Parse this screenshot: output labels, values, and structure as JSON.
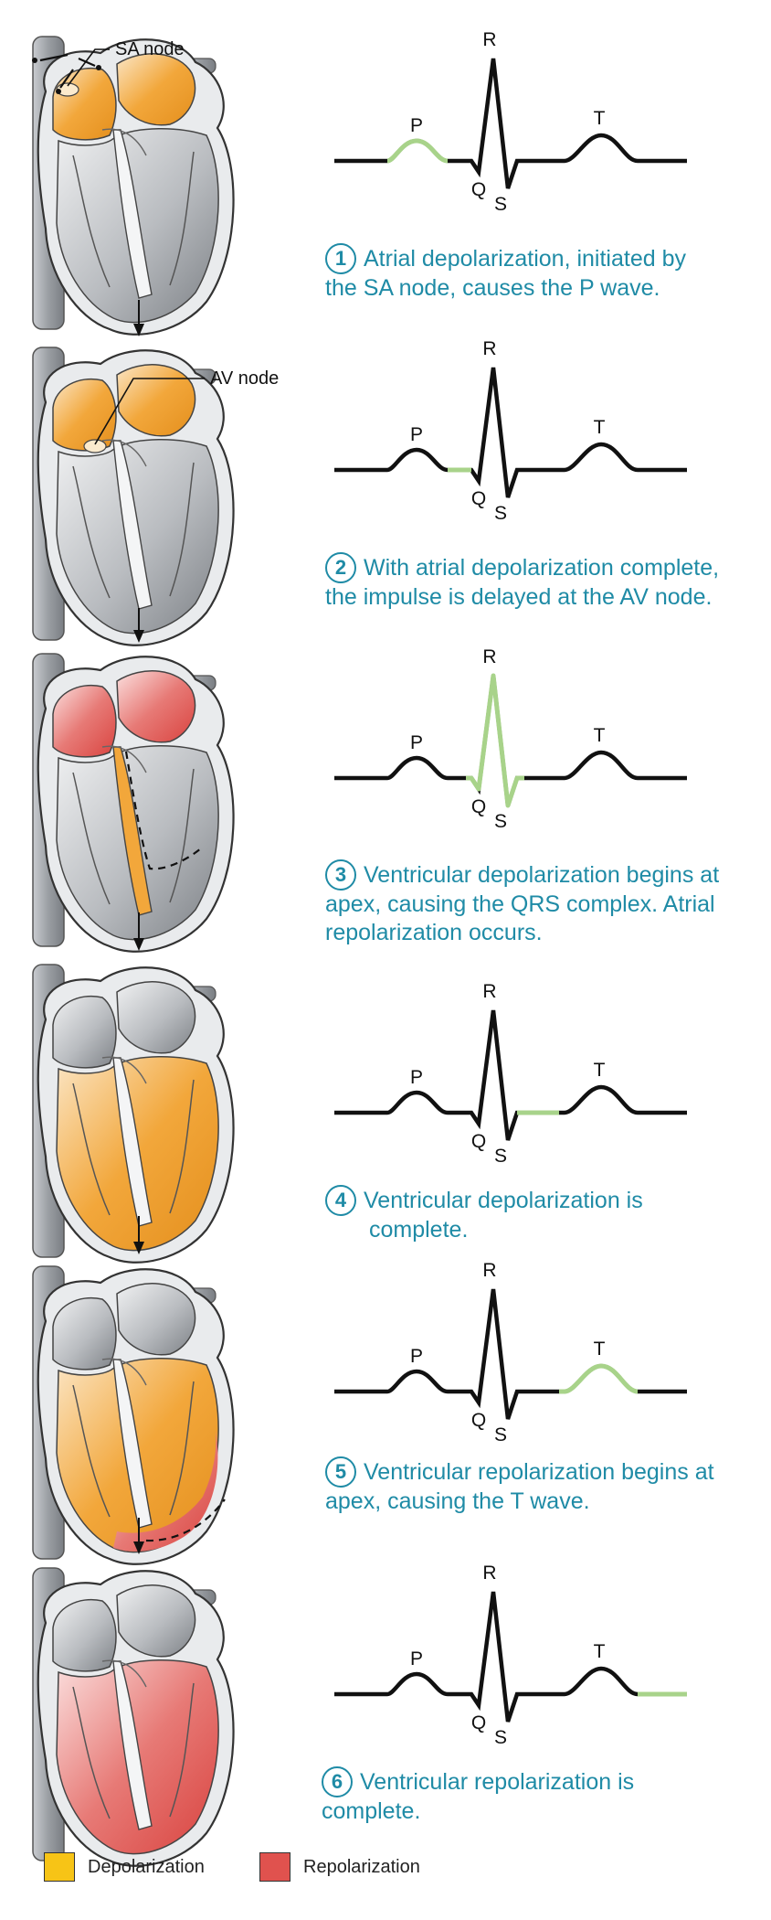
{
  "colors": {
    "depolarization": "#f2a73b",
    "repolarization": "#e0524e",
    "highlight": "#a8d38a",
    "trace": "#111111",
    "caption": "#1f8ba6",
    "heart_gray": "#a9adb1",
    "heart_light": "#e3e5e7"
  },
  "callouts": {
    "sa_node": "SA node",
    "av_node": "AV node"
  },
  "wave_labels": {
    "p": "P",
    "q": "Q",
    "r": "R",
    "s": "S",
    "t": "T"
  },
  "steps": [
    {
      "number": "1",
      "line1": "Atrial depolarization, initiated by",
      "line2": "the SA node, causes the P wave.",
      "highlight": "p"
    },
    {
      "number": "2",
      "line1": "With atrial depolarization complete,",
      "line2": "the impulse is delayed at the AV node.",
      "highlight": "pq"
    },
    {
      "number": "3",
      "line1": "Ventricular depolarization begins at",
      "line2": "apex, causing the QRS complex. Atrial",
      "line3": "repolarization occurs.",
      "highlight": "qrs"
    },
    {
      "number": "4",
      "line1": "Ventricular depolarization is",
      "line2": "complete.",
      "highlight": "st"
    },
    {
      "number": "5",
      "line1": "Ventricular repolarization begins at",
      "line2": "apex, causing the T wave.",
      "highlight": "t"
    },
    {
      "number": "6",
      "line1": "Ventricular repolarization is",
      "line2": "complete.",
      "highlight": "end"
    }
  ],
  "legend": {
    "depolarization": "Depolarization",
    "repolarization": "Repolarization"
  }
}
